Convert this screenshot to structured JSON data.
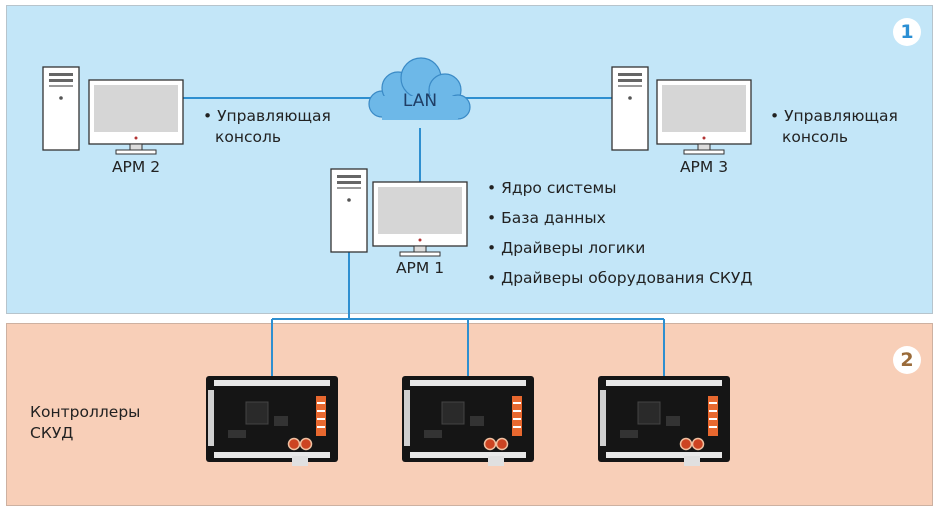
{
  "badges": {
    "zone1": "1",
    "zone2": "2"
  },
  "network": {
    "label": "LAN"
  },
  "workstations": {
    "arm1": {
      "label": "АРМ 1"
    },
    "arm2": {
      "label": "АРМ 2"
    },
    "arm3": {
      "label": "АРМ 3"
    }
  },
  "arm1_features": [
    "Ядро системы",
    "База данных",
    "Драйверы логики",
    "Драйверы оборудования СКУД"
  ],
  "arm2_desc": {
    "line1": "Управляющая",
    "line2": "консоль"
  },
  "arm3_desc": {
    "line1": "Управляющая",
    "line2": "консоль"
  },
  "controllers": {
    "label_line1": "Контроллеры",
    "label_line2": "СКУД"
  },
  "colors": {
    "zone1": "#c3e6f8",
    "zone2": "#f8cfb8",
    "link": "#2e8fd0",
    "badge1": "#2b8fd4",
    "badge2": "#9a6b3a"
  }
}
